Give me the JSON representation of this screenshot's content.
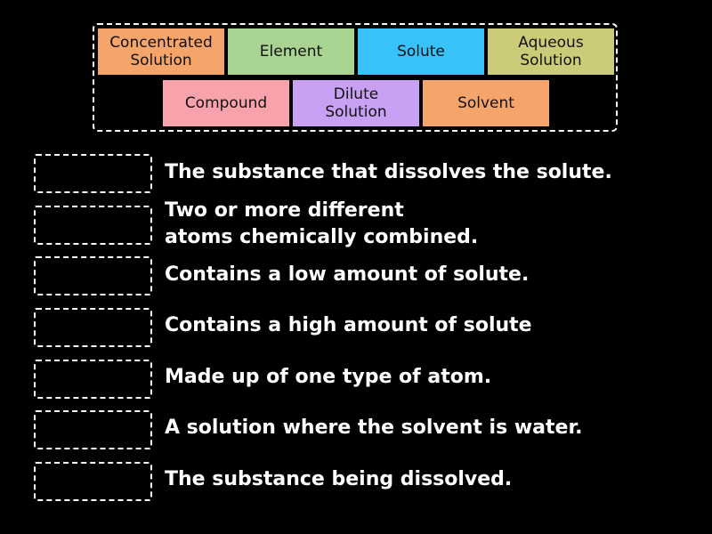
{
  "tiles": [
    {
      "label": "Concentrated\nSolution",
      "color": "#f5a46a"
    },
    {
      "label": "Element",
      "color": "#a8d391"
    },
    {
      "label": "Solute",
      "color": "#38c2fa"
    },
    {
      "label": "Aqueous\nSolution",
      "color": "#cccb78"
    },
    {
      "label": "Compound",
      "color": "#f8a2ab"
    },
    {
      "label": "Dilute\nSolution",
      "color": "#c9a1f4"
    },
    {
      "label": "Solvent",
      "color": "#f5a46a"
    }
  ],
  "clues": [
    "The substance that dissolves the solute.",
    "Two or more different\natoms chemically combined.",
    "Contains a low amount of solute.",
    "Contains a high amount of solute",
    "Made up of one type of atom.",
    "A solution where the solvent is water.",
    "The substance being dissolved."
  ]
}
